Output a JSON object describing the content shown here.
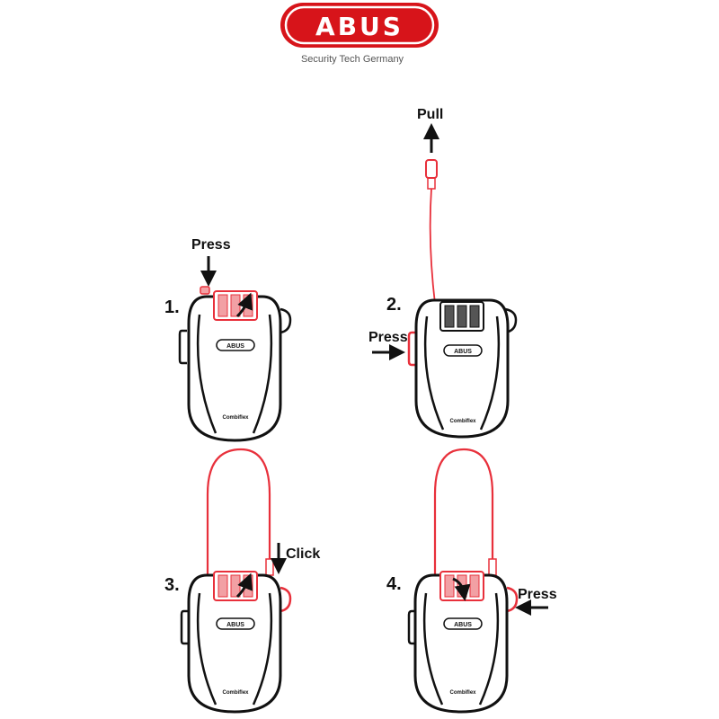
{
  "logo": {
    "brand": "ABUS",
    "tagline": "Security Tech Germany",
    "color": "#d7141a"
  },
  "device": {
    "brand": "ABUS",
    "model": "Combiflex"
  },
  "accent_color": "#e8303b",
  "steps": [
    {
      "number": "1.",
      "action": "Press"
    },
    {
      "number": "2.",
      "action": "Press",
      "extra_action": "Pull"
    },
    {
      "number": "3.",
      "action": "Click"
    },
    {
      "number": "4.",
      "action": "Press"
    }
  ]
}
